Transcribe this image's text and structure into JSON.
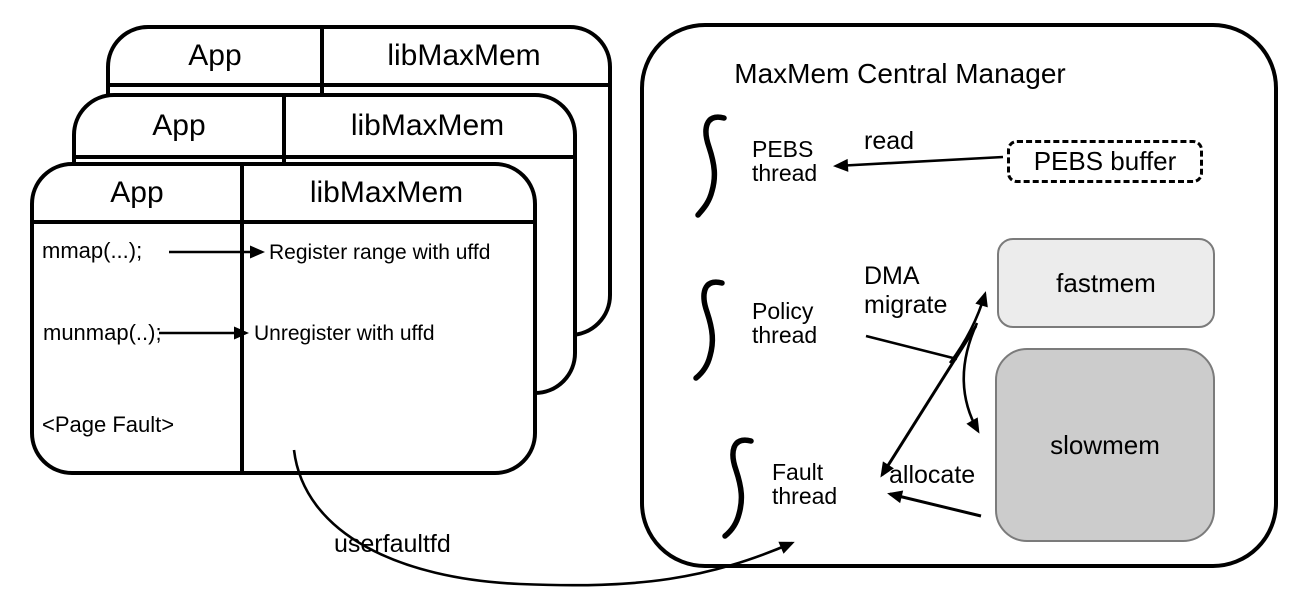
{
  "figure": {
    "cards": [
      {
        "id": "back",
        "app": "App",
        "lib": "libMaxMem"
      },
      {
        "id": "middle",
        "app": "App",
        "lib": "libMaxMem"
      },
      {
        "id": "front",
        "app": "App",
        "lib": "libMaxMem"
      }
    ],
    "front_rows": {
      "mmap_call": "mmap(...);",
      "mmap_action": "Register range with uffd",
      "munmap_call": "munmap(..);",
      "munmap_action": "Unregister with uffd",
      "page_fault": "<Page Fault>"
    },
    "manager": {
      "title": "MaxMem Central Manager",
      "pebs_thread_line1": "PEBS",
      "pebs_thread_line2": "thread",
      "policy_thread_line1": "Policy",
      "policy_thread_line2": "thread",
      "fault_thread_line1": "Fault",
      "fault_thread_line2": "thread",
      "pebs_buffer": "PEBS buffer",
      "fastmem": "fastmem",
      "slowmem": "slowmem"
    },
    "edge_labels": {
      "read": "read",
      "dma_line1": "DMA",
      "dma_line2": "migrate",
      "allocate": "allocate",
      "userfaultfd": "userfaultfd"
    },
    "colors": {
      "stroke": "#000000",
      "fastmem_fill": "#ececec",
      "slowmem_fill": "#cccccc",
      "mem_border": "#7b7b7b",
      "background": "#ffffff"
    }
  }
}
